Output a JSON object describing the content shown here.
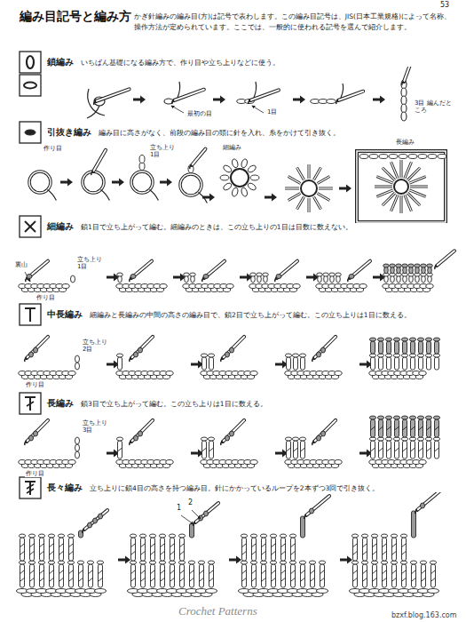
{
  "diagram": {
    "title": "編み目記号と編み方",
    "labels": [
      "53",
      "かぎ針編みの編み目(方)は記号で表わします。この編み目記号は、JIS(日本工業規格)によって名称、操作方法が定められています。ここでは、一般的に使われる記号を選んで紹介します。",
      "鎖編み",
      "いちばん基礎になる編み方で、作り目や立ち上りなどに使う。",
      "最初の目",
      "1目",
      "3目 編んだところ",
      "引抜き編み",
      "編み目に高さがなく、前段の編み目の頭に針を入れ、糸をかけて引き抜く。",
      "作り目",
      "立ち上り 1目",
      "細編み",
      "長編み",
      "細編み",
      "鎖1目で立ち上がって編む。細編みのときは、この立ち上りの1目は目数に数えない。",
      "裏山",
      "立ち上り 1目",
      "作り目",
      "中長編み",
      "細編みと長編みの中間の高さの編み目で、鎖2目で立ち上がって編む。この立ち上りは1目に数える。",
      "作り目",
      "立ち上り 2目",
      "長編み",
      "鎖3目で立ち上がって編む。この立ち上りは1目に数える。",
      "作り目",
      "立ち上り 3目",
      "長々編み",
      "立ち上りに鎖4目の高さを持つ編み目。針にかかっているループを2本ずつ3回で引き抜く。",
      "1",
      "2",
      "Crochet Patterns",
      "bzxf.blog.163.com"
    ]
  }
}
